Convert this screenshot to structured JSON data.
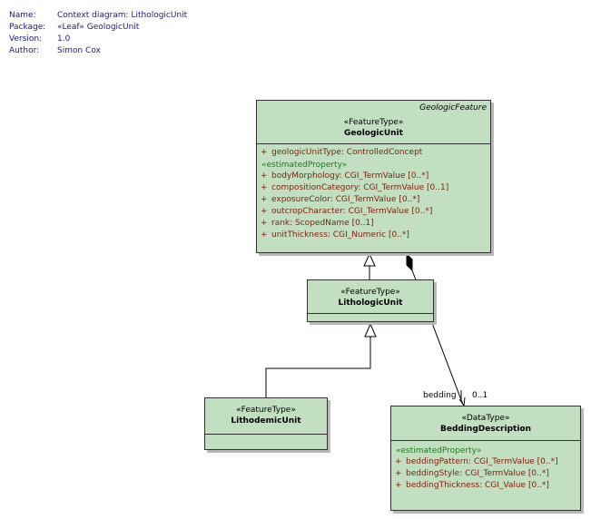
{
  "header": {
    "name_key": "Name:",
    "name_val": "Context diagram: LithologicUnit",
    "package_key": "Package:",
    "package_val": "«Leaf» GeologicUnit",
    "version_key": "Version:",
    "version_val": "1.0",
    "author_key": "Author:",
    "author_val": "Simon Cox"
  },
  "geologic_unit": {
    "parent": "GeologicFeature",
    "stereotype": "«FeatureType»",
    "name": "GeologicUnit",
    "attr1": {
      "vis": "+",
      "text": "geologicUnitType:  ControlledConcept"
    },
    "group": "«estimatedProperty»",
    "attrs": [
      {
        "vis": "+",
        "text": "bodyMorphology:  CGI_TermValue [0..*]"
      },
      {
        "vis": "+",
        "text": "compositionCategory:  CGI_TermValue [0..1]"
      },
      {
        "vis": "+",
        "text": "exposureColor:  CGI_TermValue [0..*]"
      },
      {
        "vis": "+",
        "text": "outcropCharacter:  CGI_TermValue [0..*]"
      },
      {
        "vis": "+",
        "text": "rank:  ScopedName [0..1]"
      },
      {
        "vis": "+",
        "text": "unitThickness:  CGI_Numeric [0..*]"
      }
    ]
  },
  "lithologic_unit": {
    "stereotype": "«FeatureType»",
    "name": "LithologicUnit"
  },
  "lithodemic_unit": {
    "stereotype": "«FeatureType»",
    "name": "LithodemicUnit"
  },
  "bedding_description": {
    "stereotype": "«DataType»",
    "name": "BeddingDescription",
    "group": "«estimatedProperty»",
    "attrs": [
      {
        "vis": "+",
        "text": "beddingPattern:  CGI_TermValue [0..*]"
      },
      {
        "vis": "+",
        "text": "beddingStyle:  CGI_TermValue [0..*]"
      },
      {
        "vis": "+",
        "text": "beddingThickness:  CGI_Value [0..*]"
      }
    ]
  },
  "association": {
    "role": "bedding",
    "multiplicity": "0..1"
  }
}
